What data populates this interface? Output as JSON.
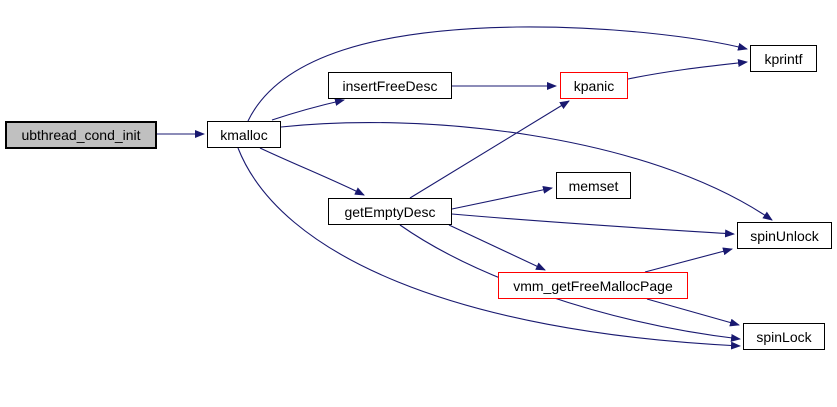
{
  "diagram": {
    "type": "call-graph",
    "background_color": "#ffffff",
    "edge_color": "#191970",
    "node_border_color": "#000000",
    "highlight_border_color": "#ff0000",
    "focus_node_fill": "#c0c0c0",
    "nodes": [
      {
        "id": "ubthread_cond_init",
        "label": "ubthread_cond_init",
        "style": "focus"
      },
      {
        "id": "kmalloc",
        "label": "kmalloc",
        "style": "normal"
      },
      {
        "id": "insertFreeDesc",
        "label": "insertFreeDesc",
        "style": "normal"
      },
      {
        "id": "kpanic",
        "label": "kpanic",
        "style": "highlighted"
      },
      {
        "id": "kprintf",
        "label": "kprintf",
        "style": "normal"
      },
      {
        "id": "getEmptyDesc",
        "label": "getEmptyDesc",
        "style": "normal"
      },
      {
        "id": "memset",
        "label": "memset",
        "style": "normal"
      },
      {
        "id": "spinUnlock",
        "label": "spinUnlock",
        "style": "normal"
      },
      {
        "id": "vmm_getFreeMallocPage",
        "label": "vmm_getFreeMallocPage",
        "style": "highlighted"
      },
      {
        "id": "spinLock",
        "label": "spinLock",
        "style": "normal"
      }
    ],
    "edges": [
      {
        "from": "ubthread_cond_init",
        "to": "kmalloc"
      },
      {
        "from": "kmalloc",
        "to": "insertFreeDesc"
      },
      {
        "from": "kmalloc",
        "to": "kprintf"
      },
      {
        "from": "kmalloc",
        "to": "getEmptyDesc"
      },
      {
        "from": "kmalloc",
        "to": "spinUnlock"
      },
      {
        "from": "kmalloc",
        "to": "spinLock"
      },
      {
        "from": "insertFreeDesc",
        "to": "kpanic"
      },
      {
        "from": "kpanic",
        "to": "kprintf"
      },
      {
        "from": "getEmptyDesc",
        "to": "kpanic"
      },
      {
        "from": "getEmptyDesc",
        "to": "memset"
      },
      {
        "from": "getEmptyDesc",
        "to": "vmm_getFreeMallocPage"
      },
      {
        "from": "getEmptyDesc",
        "to": "spinUnlock"
      },
      {
        "from": "getEmptyDesc",
        "to": "spinLock"
      },
      {
        "from": "vmm_getFreeMallocPage",
        "to": "spinUnlock"
      },
      {
        "from": "vmm_getFreeMallocPage",
        "to": "spinLock"
      }
    ]
  }
}
